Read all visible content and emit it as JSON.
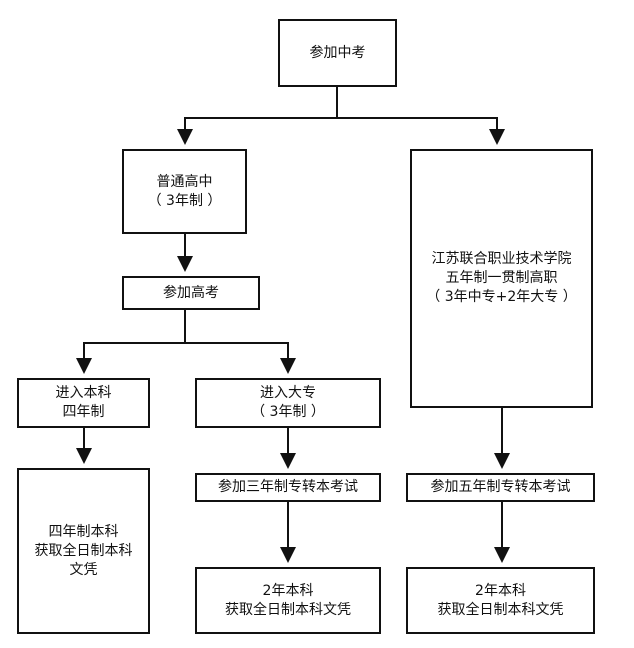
{
  "diagram": {
    "colors": {
      "line": "#111111",
      "box_fill": "#ffffff"
    },
    "nodes": {
      "zhongkao": {
        "lines": [
          "参加中考"
        ]
      },
      "putong_gaozhong": {
        "lines": [
          "普通高中",
          "（ 3年制 ）"
        ]
      },
      "gaokao": {
        "lines": [
          "参加高考"
        ]
      },
      "benke_4": {
        "lines": [
          "进入本科",
          "四年制"
        ]
      },
      "dazhuan_3": {
        "lines": [
          "进入大专",
          "（ 3年制 ）"
        ]
      },
      "wuyi_gaozhi": {
        "lines": [
          "江苏联合职业技术学院",
          "五年制一贯制高职",
          "（ 3年中专+2年大专 ）"
        ]
      },
      "benke_result": {
        "lines": [
          "四年制本科",
          "获取全日制本科",
          "文凭"
        ]
      },
      "zhuanzhuanben_3": {
        "lines": [
          "参加三年制专转本考试"
        ]
      },
      "zhuanzhuanben_5": {
        "lines": [
          "参加五年制专转本考试"
        ]
      },
      "result_3": {
        "lines": [
          "2年本科",
          "获取全日制本科文凭"
        ]
      },
      "result_5": {
        "lines": [
          "2年本科",
          "获取全日制本科文凭"
        ]
      }
    }
  }
}
